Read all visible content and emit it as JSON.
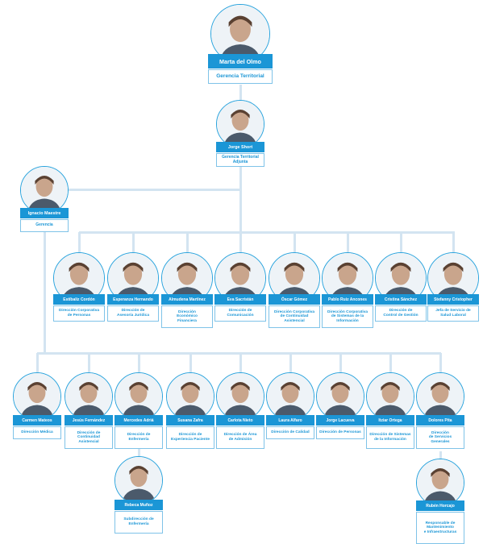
{
  "colors": {
    "accent": "#1b96d6",
    "connector": "#d3e4f1",
    "avatar_border": "#29a3dd"
  },
  "people": [
    {
      "id": "p0",
      "name": "Marta del Olmo",
      "role": "Gerencia Territorial",
      "icon": "person-photo"
    },
    {
      "id": "p1",
      "name": "Jorge Short",
      "role": "Gerencia Territorial\nAdjunta",
      "icon": "person-photo"
    },
    {
      "id": "p2",
      "name": "Ignacio Maestre",
      "role": "Gerencia",
      "icon": "person-photo"
    },
    {
      "id": "p3",
      "name": "Estíbaliz Cordón",
      "role": "Dirección Corporativa\nde Personas",
      "icon": "person-photo"
    },
    {
      "id": "p4",
      "name": "Esperanza Hernando",
      "role": "Dirección de\nAsesoría Jurídica",
      "icon": "person-photo"
    },
    {
      "id": "p5",
      "name": "Almudena Martínez",
      "role": "Dirección\nEconómico\nFinanciera",
      "icon": "person-photo"
    },
    {
      "id": "p6",
      "name": "Eva Sacristán",
      "role": "Dirección de\nComunicación",
      "icon": "person-photo"
    },
    {
      "id": "p7",
      "name": "Óscar Gómez",
      "role": "Dirección Corporativa\nde Continuidad\nAsistencial",
      "icon": "person-photo"
    },
    {
      "id": "p8",
      "name": "Pablo Ruiz Ancones",
      "role": "Dirección Corporativa\nde Sistemas de la\nInformación",
      "icon": "person-photo"
    },
    {
      "id": "p9",
      "name": "Cristina Sánchez",
      "role": "Dirección de\nControl de Gestión",
      "icon": "person-photo"
    },
    {
      "id": "p10",
      "name": "Stefanny Cristopher",
      "role": "Jefa de Servicio de\nSalud Laboral",
      "icon": "person-photo"
    },
    {
      "id": "p11",
      "name": "Carmen Mateos",
      "role": "Dirección Médica",
      "icon": "person-photo"
    },
    {
      "id": "p12",
      "name": "Jesús Fernández",
      "role": "Dirección de\nContinuidad\nAsistencial",
      "icon": "person-photo"
    },
    {
      "id": "p13",
      "name": "Mercedes Adriá",
      "role": "Dirección de\nEnfermería",
      "icon": "person-photo"
    },
    {
      "id": "p14",
      "name": "Susana Zafra",
      "role": "Dirección de\nExperiencia Paciente",
      "icon": "person-photo"
    },
    {
      "id": "p15",
      "name": "Carlota Nieto",
      "role": "Dirección de Área\nde Admisión",
      "icon": "person-photo"
    },
    {
      "id": "p16",
      "name": "Laura Alfaro",
      "role": "Dirección de Calidad",
      "icon": "person-photo"
    },
    {
      "id": "p17",
      "name": "Jorge Lacueva",
      "role": "Dirección de Personas",
      "icon": "person-photo"
    },
    {
      "id": "p18",
      "name": "Itziar Ortega",
      "role": "Dirección de Sistemas\nde la Información",
      "icon": "person-photo"
    },
    {
      "id": "p19",
      "name": "Dolores Pita",
      "role": "Dirección\nde Servicios\nGenerales",
      "icon": "person-photo"
    },
    {
      "id": "p20",
      "name": "Rebeca Muñoz",
      "role": "Subdirección de\nEnfermería",
      "icon": "person-photo"
    },
    {
      "id": "p21",
      "name": "Rubén Horcajo",
      "role": "Responsable de\nMantenimiento\ne Infraestructuras",
      "icon": "person-photo"
    }
  ]
}
